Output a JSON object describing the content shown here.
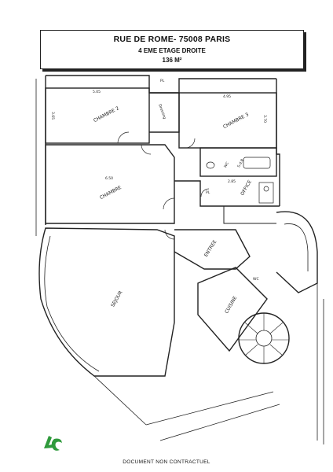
{
  "header": {
    "address": "RUE DE ROME- 75008 PARIS",
    "floor": "4 EME ETAGE DROITE",
    "area": "136 M²"
  },
  "rooms": {
    "chambre_2": "CHAMBRE 2",
    "chambre_3": "CHAMBRE 3",
    "chambre_1": "CHAMBRE",
    "sejour": "SEJOUR",
    "entree": "ENTREE",
    "cuisine": "CUISINE",
    "office": "OFFICE",
    "dressing": "Dressing",
    "sdb": "S.d.B",
    "wc": "WC",
    "pl": "PL",
    "pl2": "PL",
    "wc2": "WC"
  },
  "dimensions": {
    "chambre_2_width": "5.05",
    "chambre_2_depth": "3.65",
    "chambre_3_width": "4.95",
    "chambre_3_depth": "3.70",
    "chambre_1_width": "6.50",
    "hall_width": "2.85"
  },
  "footer": {
    "disclaimer": "DOCUMENT NON CONTRACTUEL"
  },
  "colors": {
    "logo": "#2f9a3c",
    "lines": "#222222"
  }
}
